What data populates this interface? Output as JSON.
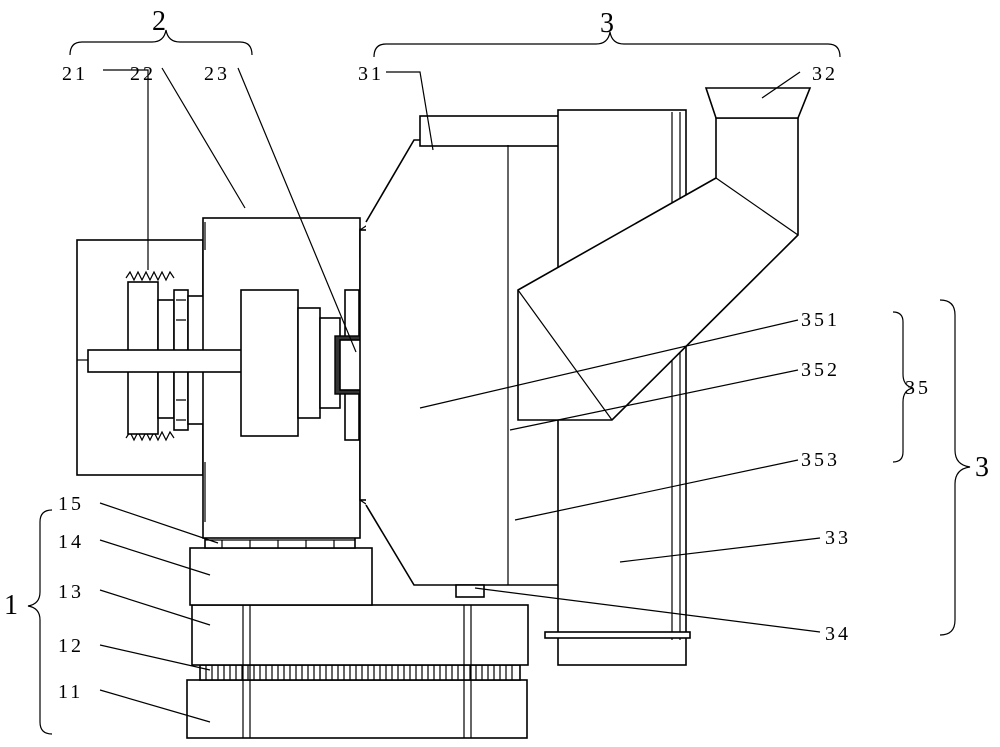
{
  "labels": {
    "l1": "1",
    "l11": "11",
    "l12": "12",
    "l13": "13",
    "l14": "14",
    "l15": "15",
    "l2": "2",
    "l21": "21",
    "l22": "22",
    "l23": "23",
    "l3_top": "3",
    "l3_right": "3",
    "l31": "31",
    "l32": "32",
    "l33": "33",
    "l34": "34",
    "l35": "35",
    "l351": "351",
    "l352": "352",
    "l353": "353"
  }
}
